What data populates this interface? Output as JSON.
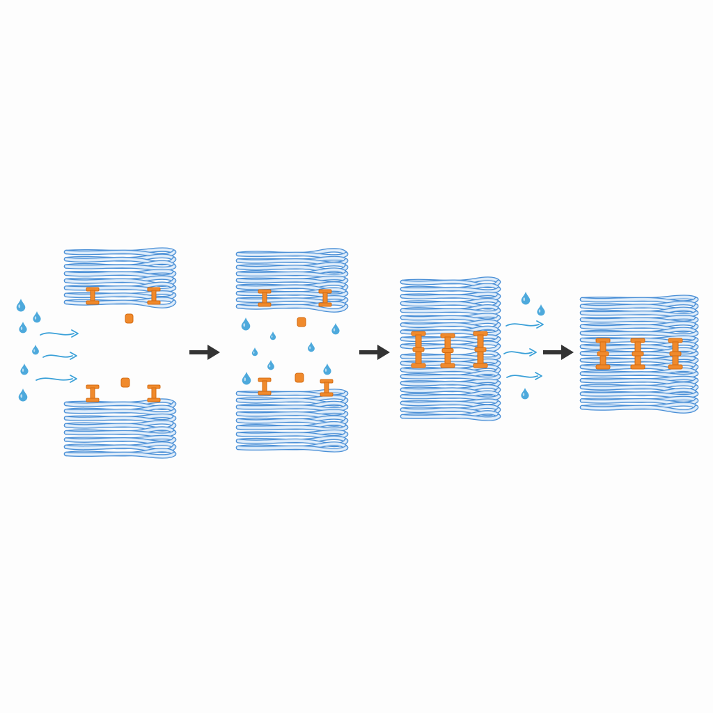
{
  "diagram": {
    "description_visible_text": "",
    "colors": {
      "background": "#fdfdfd",
      "fiber_outline": "#4a8fd6",
      "fiber_fill": "#cfe3f7",
      "fiber_highlight": "#ffffff",
      "linker": "#f08a2c",
      "linker_dark": "#d46a10",
      "water": "#3aa0d8",
      "flow_arrow": "#3aa0d8",
      "step_arrow": "#333333"
    },
    "stages": [
      {
        "name": "separated-layers",
        "layers": 2,
        "linker_state": "unbound",
        "water": "incoming"
      },
      {
        "name": "hydrated-gap",
        "layers": 2,
        "linker_state": "unbound",
        "water": "inside-gap"
      },
      {
        "name": "crosslinked-wet",
        "layers": 2,
        "linker_state": "bridged",
        "water": "outgoing"
      },
      {
        "name": "crosslinked-dry",
        "layers": 1,
        "linker_state": "embedded",
        "water": "none"
      }
    ],
    "step_arrow_icon": "right-arrow-icon",
    "water_icon": "water-drop-icon",
    "linker_icon": "crosslinker-i-beam-icon"
  }
}
